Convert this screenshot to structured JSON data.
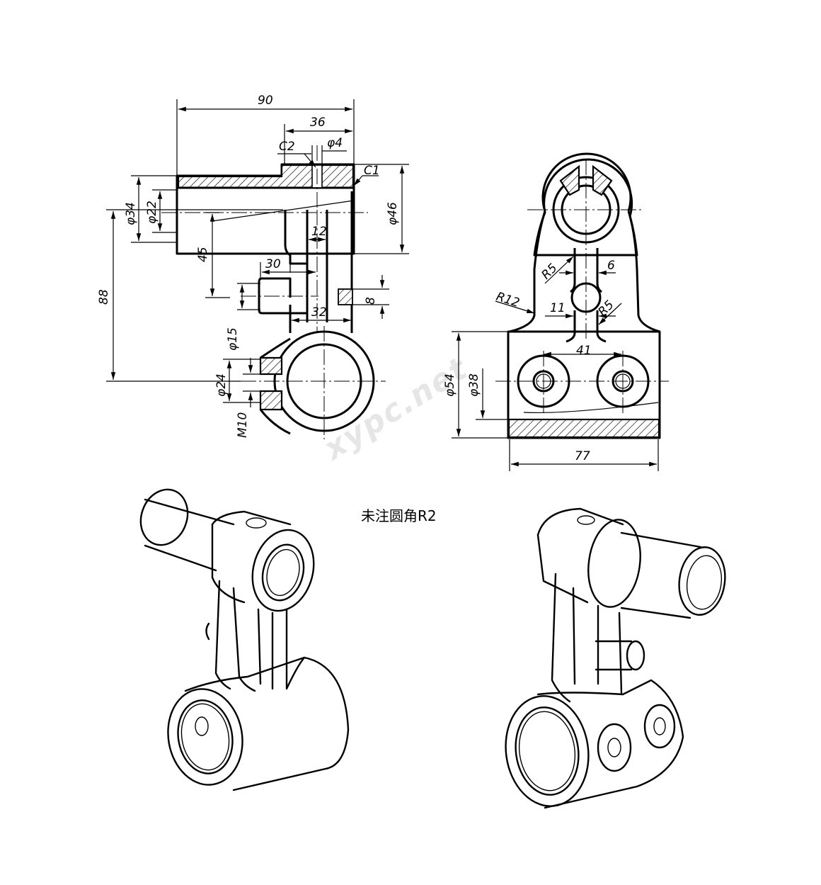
{
  "drawing": {
    "front_view": {
      "dims": {
        "length_90": "90",
        "length_36": "36",
        "chamfer_c2": "C2",
        "hole_phi4": "φ4",
        "chamfer_c1": "C1",
        "dia_phi34": "φ34",
        "dia_phi22": "φ22",
        "dia_phi46": "φ46",
        "rib_12": "12",
        "height_45": "45",
        "boss_30": "30",
        "height_88": "88",
        "slot_8": "8",
        "web_32": "32",
        "dia_phi15": "φ15",
        "dia_phi24": "φ24",
        "thread_m10": "M10"
      }
    },
    "side_view": {
      "dims": {
        "radius_r5_left": "R5",
        "radius_r12": "R12",
        "width_6": "6",
        "width_11": "11",
        "radius_r5_right": "R5",
        "spacing_41": "41",
        "dia_phi54": "φ54",
        "dia_phi38": "φ38",
        "width_77": "77"
      }
    },
    "note": "未注圆角R2",
    "watermark": "xypc.net"
  }
}
